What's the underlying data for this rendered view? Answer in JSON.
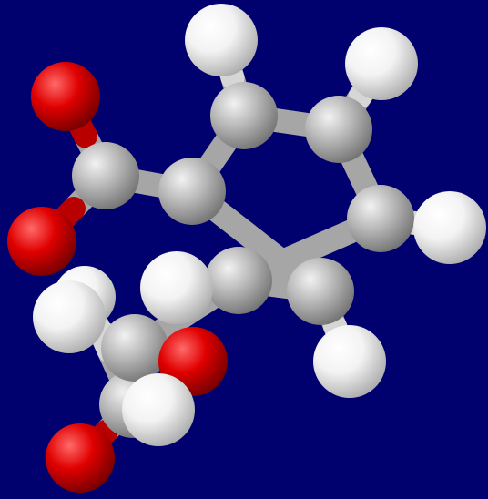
{
  "scene": {
    "background_color": "#00006e",
    "description_type": "ball-and-stick molecular model"
  },
  "atom_styles": {
    "carbon": {
      "fill": "#b9b9b9",
      "highlight": "#f2f2f2",
      "shade": "#6f6f6f"
    },
    "hydrogen": {
      "fill": "#f3f3f3",
      "highlight": "#ffffff",
      "shade": "#a8a8a8"
    },
    "oxygen": {
      "fill": "#e00000",
      "highlight": "#ff6a6a",
      "shade": "#6e0000"
    }
  },
  "atoms": [
    {
      "id": "H1",
      "element": "hydrogen"
    },
    {
      "id": "H2",
      "element": "hydrogen"
    },
    {
      "id": "O1",
      "element": "oxygen"
    },
    {
      "id": "C1",
      "element": "carbon"
    },
    {
      "id": "C2",
      "element": "carbon"
    },
    {
      "id": "C3",
      "element": "carbon"
    },
    {
      "id": "C4",
      "element": "carbon"
    },
    {
      "id": "O2",
      "element": "oxygen"
    },
    {
      "id": "C5",
      "element": "carbon"
    },
    {
      "id": "C6",
      "element": "carbon"
    },
    {
      "id": "H3",
      "element": "hydrogen"
    },
    {
      "id": "C7",
      "element": "carbon"
    },
    {
      "id": "H4",
      "element": "hydrogen"
    },
    {
      "id": "H5",
      "element": "hydrogen"
    },
    {
      "id": "H6",
      "element": "hydrogen"
    },
    {
      "id": "C8",
      "element": "carbon"
    },
    {
      "id": "O3",
      "element": "oxygen"
    },
    {
      "id": "C9",
      "element": "carbon"
    },
    {
      "id": "H7",
      "element": "hydrogen"
    },
    {
      "id": "H8",
      "element": "hydrogen"
    },
    {
      "id": "O4",
      "element": "oxygen"
    }
  ],
  "bonds": [
    [
      "C1",
      "C2"
    ],
    [
      "C2",
      "C3"
    ],
    [
      "C3",
      "C4"
    ],
    [
      "C4",
      "C5"
    ],
    [
      "C5",
      "C6"
    ],
    [
      "C6",
      "C1"
    ],
    [
      "C1",
      "H1"
    ],
    [
      "C2",
      "H2"
    ],
    [
      "C3",
      "H5"
    ],
    [
      "C5",
      "H6"
    ],
    [
      "C6",
      "C7"
    ],
    [
      "C7",
      "O1"
    ],
    [
      "C7",
      "O2"
    ],
    [
      "C4",
      "C8"
    ],
    [
      "C4",
      "H3"
    ],
    [
      "C8",
      "H4"
    ],
    [
      "C8",
      "O3"
    ],
    [
      "C8",
      "C9"
    ],
    [
      "C9",
      "H7"
    ],
    [
      "C9",
      "H8"
    ],
    [
      "C9",
      "O4"
    ]
  ]
}
